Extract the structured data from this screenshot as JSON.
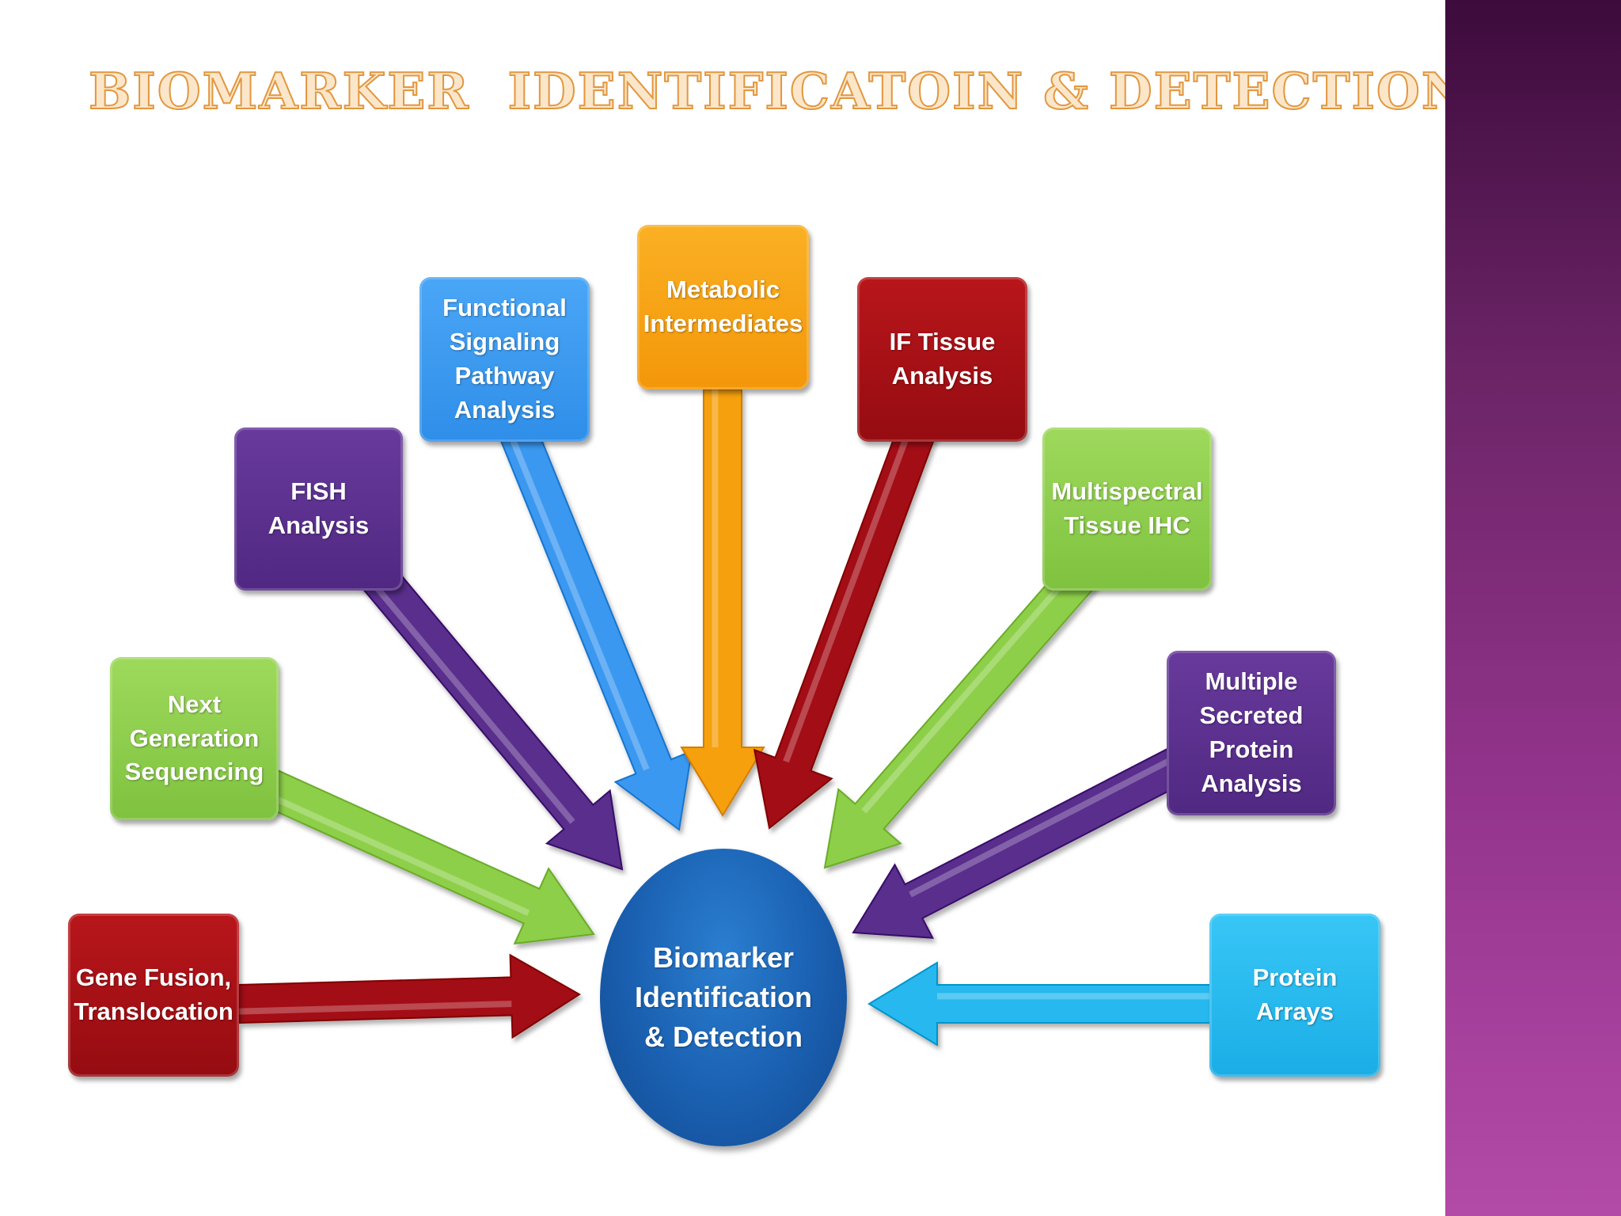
{
  "slide": {
    "title": "Biomarker  Identificatoin & Detection"
  },
  "center": {
    "label": "Biomarker\nIdentification\n& Detection",
    "color": "#1a5fb0"
  },
  "nodes": [
    {
      "id": "gene-fusion",
      "label": "Gene Fusion,\nTranslocation",
      "color": "#a30f14"
    },
    {
      "id": "ngs",
      "label": "Next\nGeneration\nSequencing",
      "color": "#8dcf4a"
    },
    {
      "id": "fish",
      "label": "FISH Analysis",
      "color": "#5a2d8c"
    },
    {
      "id": "functional",
      "label": "Functional\nSignaling\nPathway\nAnalysis",
      "color": "#3a98f0"
    },
    {
      "id": "metabolic",
      "label": "Metabolic\nIntermediates",
      "color": "#f6a00e"
    },
    {
      "id": "if-tissue",
      "label": "IF Tissue\nAnalysis",
      "color": "#a30f14"
    },
    {
      "id": "multispectral",
      "label": "Multispectral\nTissue IHC",
      "color": "#8dcf4a"
    },
    {
      "id": "multiple-secreted",
      "label": "Multiple\nSecreted\nProtein\nAnalysis",
      "color": "#5a2d8c"
    },
    {
      "id": "protein-arrays",
      "label": "Protein Arrays",
      "color": "#25b8ee"
    }
  ]
}
